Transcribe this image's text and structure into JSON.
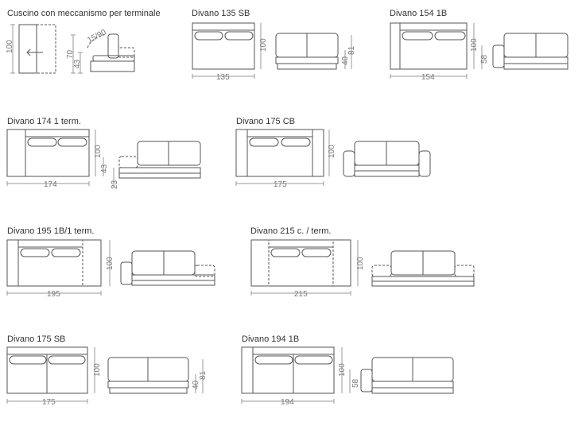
{
  "titles": {
    "cuscino": "Cuscino con meccanismo per terminale",
    "d135sb": "Divano 135 SB",
    "d154_1b": "Divano 154 1B",
    "d174_1t": "Divano 174 1 term.",
    "d175cb": "Divano 175 CB",
    "d195": "Divano 195 1B/1 term.",
    "d215": "Divano 215 c. / term.",
    "d175sb": "Divano 175 SB",
    "d194_1b": "Divano 194 1B"
  },
  "dims": {
    "cuscino": {
      "h100": "100",
      "h70": "70",
      "h43": "43",
      "angle": "15/90"
    },
    "d135sb": {
      "w": "135",
      "d": "100",
      "h40": "40",
      "h81": "81"
    },
    "d154_1b": {
      "w": "154",
      "d": "100",
      "h58": "58"
    },
    "d174_1t": {
      "w": "174",
      "d": "100",
      "h43": "43",
      "h23": "23"
    },
    "d175cb": {
      "w": "175",
      "d": "100"
    },
    "d195": {
      "w": "195",
      "d": "100"
    },
    "d215": {
      "w": "215",
      "d": "100"
    },
    "d175sb": {
      "w": "175",
      "d": "100",
      "h40": "40",
      "h81": "81"
    },
    "d194_1b": {
      "w": "194",
      "d": "100",
      "h58": "58"
    }
  }
}
